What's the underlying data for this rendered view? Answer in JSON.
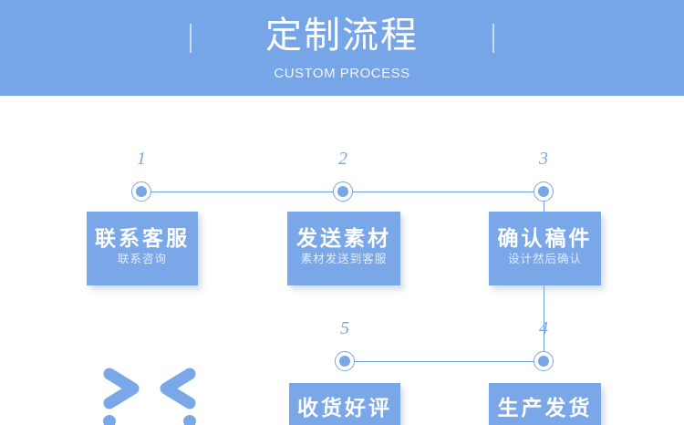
{
  "header": {
    "title": "定制流程",
    "subtitle": "CUSTOM PROCESS",
    "background_color": "#76a5e8",
    "title_color": "#ffffff",
    "rule_color": "#c8dcf7"
  },
  "theme": {
    "box_color": "#79a7e7",
    "line_color": "#6b9ee0",
    "number_color": "#7ba7e4",
    "sub_text_color": "#e3ecfa",
    "page_background": "#ffffff"
  },
  "steps": [
    {
      "number": "1",
      "title": "联系客服",
      "subtitle": "联系咨询"
    },
    {
      "number": "2",
      "title": "发送素材",
      "subtitle": "素材发送到客服"
    },
    {
      "number": "3",
      "title": "确认稿件",
      "subtitle": "设计然后确认"
    },
    {
      "number": "4",
      "title": "生产发货",
      "subtitle": ""
    },
    {
      "number": "5",
      "title": "收货好评",
      "subtitle": ""
    }
  ],
  "decoration": {
    "icon": "double-chevron-inward-icon"
  }
}
